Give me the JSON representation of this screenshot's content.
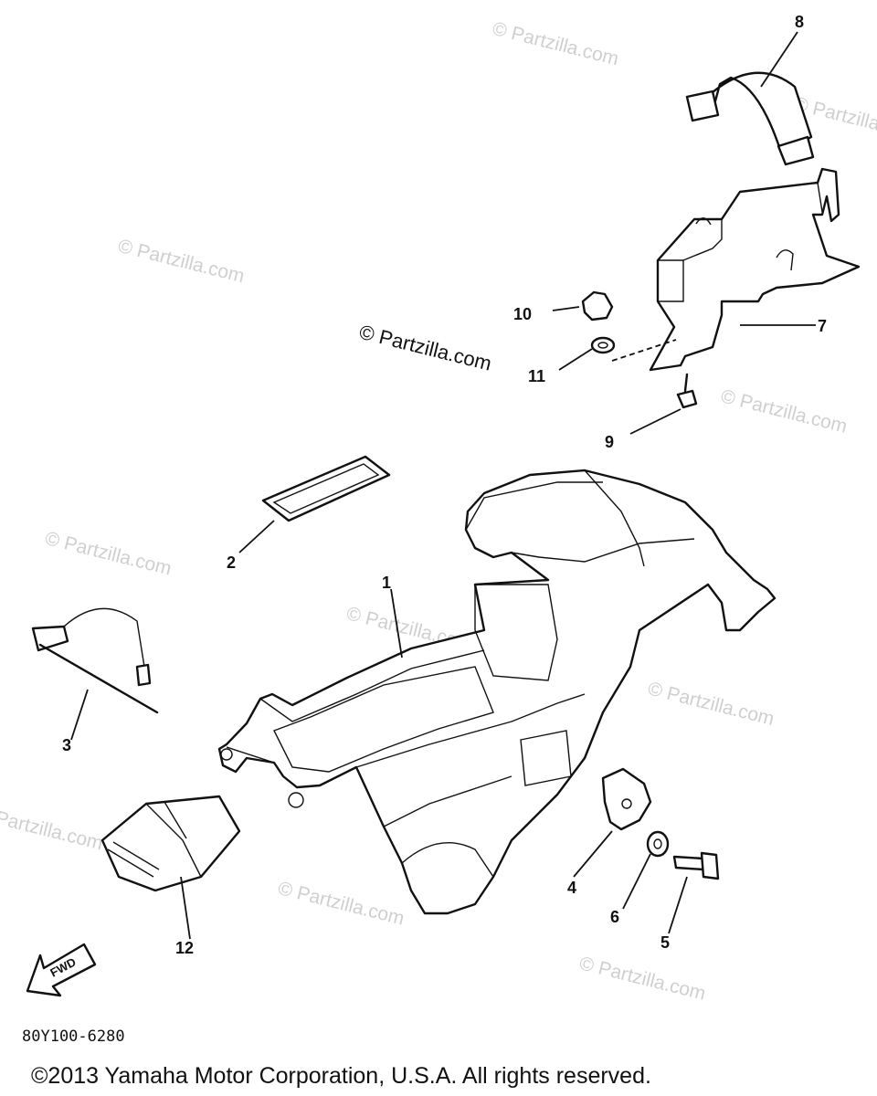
{
  "watermark": "© Partzilla.com",
  "center_watermark": "© Partzilla.com",
  "callouts": {
    "c1": "1",
    "c2": "2",
    "c3": "3",
    "c4": "4",
    "c5": "5",
    "c6": "6",
    "c7": "7",
    "c8": "8",
    "c9": "9",
    "c10": "10",
    "c11": "11",
    "c12": "12"
  },
  "fwd_label": "FWD",
  "diagram_code": "80Y100-6280",
  "copyright": "©2013 Yamaha Motor Corporation, U.S.A. All rights reserved."
}
